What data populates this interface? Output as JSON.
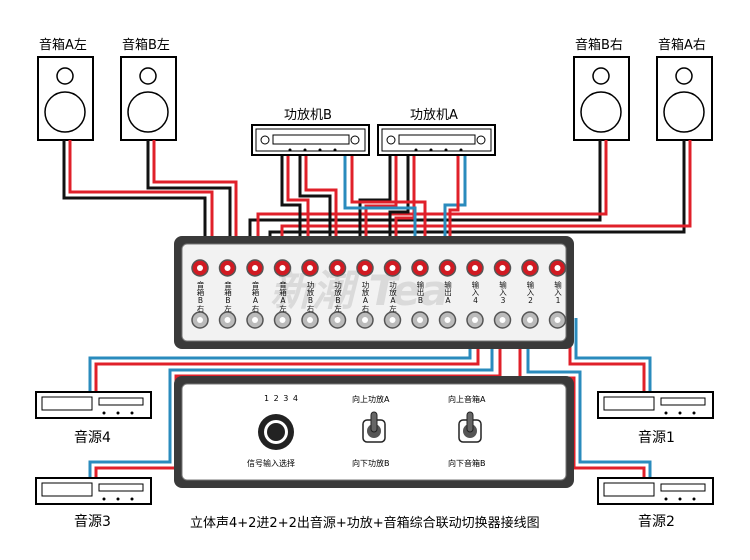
{
  "speakers": {
    "a_left": "音箱A左",
    "b_left": "音箱B左",
    "b_right": "音箱B右",
    "a_right": "音箱A右"
  },
  "amplifiers": {
    "b": "功放机B",
    "a": "功放机A"
  },
  "sources": {
    "s4": "音源4",
    "s3": "音源3",
    "s1": "音源1",
    "s2": "音源2"
  },
  "switcher_ports": {
    "labels": [
      "音箱B右",
      "音箱B左",
      "音箱A右",
      "音箱A左",
      "功放B右",
      "功放B左",
      "功放A右",
      "功放A左",
      "输出B",
      "输出A",
      "输入4",
      "输入3",
      "输入2",
      "输入1"
    ]
  },
  "control_panel": {
    "knob_numbers": "1 2 3 4",
    "knob_label": "信号输入选择",
    "toggle1_up": "向上功放A",
    "toggle1_down": "向下功放B",
    "toggle2_up": "向上音箱A",
    "toggle2_down": "向下音箱B"
  },
  "caption": "立体声4+2进2+2出音源+功放+音箱综合联动切换器接线图",
  "watermark": "新潮 Tea",
  "colors": {
    "red": "#e0202a",
    "blue": "#2a8bbd",
    "black": "#111111",
    "panel": "#3a3a3a"
  }
}
